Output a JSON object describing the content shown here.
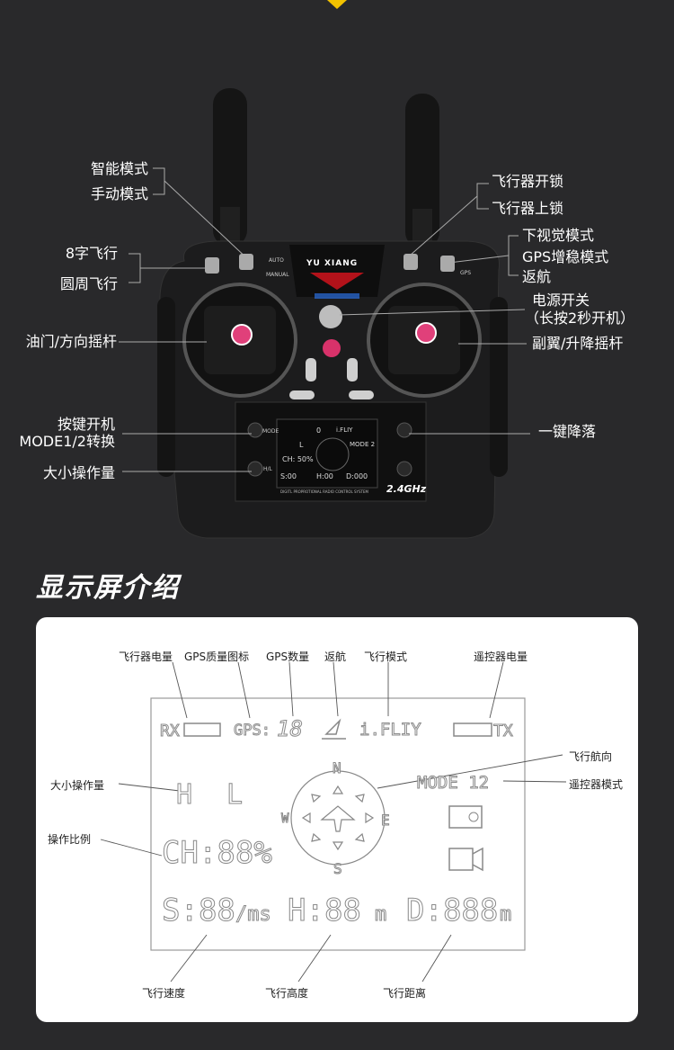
{
  "brand": "YU XIANG",
  "remote": {
    "switch_labels": {
      "auto": "AUTO",
      "manual": "MANUAL",
      "gps": "GPS"
    },
    "button_labels": {
      "mode": "MODE",
      "hl": "H/L"
    },
    "lcd": {
      "mode": "MODE 2",
      "l": "L",
      "ch": "CH: 50%",
      "s": "S:00",
      "h": "H:00",
      "d": "D:000",
      "iflight": "i.FLIY",
      "digits": "0"
    },
    "footer": "DIGITL PROPROTIONAL RADIO CONTROL SYSTEM",
    "band": "2.4GHz"
  },
  "callouts_left": {
    "smart_mode": "智能模式",
    "manual_mode": "手动模式",
    "figure8": "8字飞行",
    "circle": "圆周飞行",
    "throttle": "油门/方向摇杆",
    "key_power_1": "按键开机",
    "key_power_2": "MODE1/2转换",
    "rate": "大小操作量"
  },
  "callouts_right": {
    "unlock": "飞行器开锁",
    "lock": "飞行器上锁",
    "vision": "下视觉模式",
    "gps": "GPS增稳模式",
    "rth": "返航",
    "power_1": "电源开关",
    "power_2": "（长按2秒开机）",
    "aileron": "副翼/升降摇杆",
    "land": "一键降落"
  },
  "section_title": "显示屏介绍",
  "display": {
    "labels": {
      "aircraft_battery": "飞行器电量",
      "gps_quality": "GPS质量图标",
      "gps_count": "GPS数量",
      "rth": "返航",
      "flight_mode": "飞行模式",
      "remote_battery": "遥控器电量",
      "heading": "飞行航向",
      "rate": "大小操作量",
      "remote_mode": "遥控器模式",
      "ratio": "操作比例",
      "speed": "飞行速度",
      "height": "飞行高度",
      "distance": "飞行距离"
    },
    "lcd": {
      "rx": "RX",
      "gps": "GPS:",
      "gps_digits": "18",
      "iflight": "i.FLIY",
      "tx": "TX",
      "h": "H",
      "l": "L",
      "mode": "MODE 12",
      "ch": "CH:88%",
      "n": "N",
      "s_dir": "S",
      "e": "E",
      "w": "W",
      "speed": "S:88",
      "speed_unit": "/ms",
      "height": "H:88",
      "height_unit": "m",
      "dist": "D:888",
      "dist_unit": "m"
    }
  }
}
